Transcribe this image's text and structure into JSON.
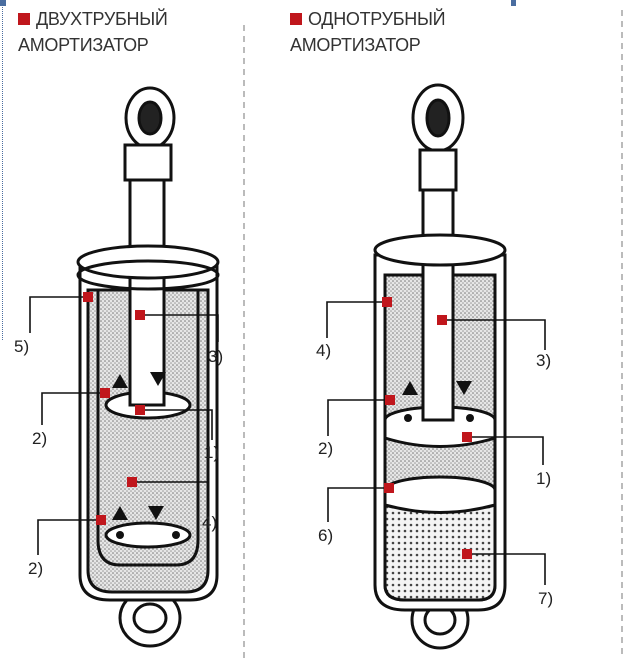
{
  "left": {
    "title_line1": "ДВУХТРУБНЫЙ",
    "title_line2": "АМОРТИЗАТОР",
    "labels": [
      "5)",
      "3)",
      "2)",
      "1)",
      "4)",
      "2)"
    ]
  },
  "right": {
    "title_line1": "ОДНОТРУБНЫЙ",
    "title_line2": "АМОРТИЗАТОР",
    "labels": [
      "4)",
      "3)",
      "2)",
      "1)",
      "6)",
      "7)"
    ]
  },
  "colors": {
    "marker": "#c0161c",
    "outline": "#111111",
    "text": "#333333"
  }
}
